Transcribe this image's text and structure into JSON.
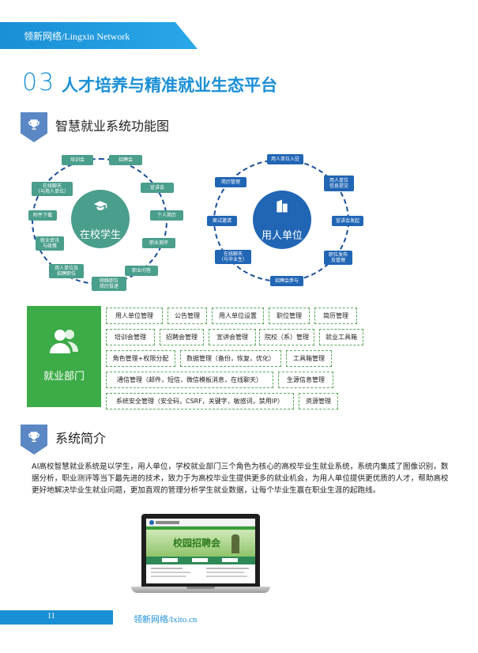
{
  "header": {
    "brand": "领新网络/Lingxin Network"
  },
  "section": {
    "number": "03",
    "title": "人才培养与精准就业生态平台"
  },
  "subsection1": {
    "title": "智慧就业系统功能图"
  },
  "student_diagram": {
    "hub_label": "在校学生",
    "nodes": [
      "培训会",
      "招聘会",
      "宣讲会",
      "个人简历",
      "职业测评",
      "职业问答",
      "网络职位\n简历投递",
      "用人单位及\n招聘职位",
      "就业资讯\n与政策",
      "附件下载",
      "在线聊天\n（与用人单位）"
    ]
  },
  "employer_diagram": {
    "hub_label": "用人单位",
    "nodes": [
      "用人单位入驻",
      "用人单位\n信息提交",
      "宣讲会发起",
      "职位发布\n及管理",
      "招聘会参与",
      "在线聊天\n（与毕业生）",
      "面试邀请",
      "简历管理"
    ]
  },
  "department": {
    "label": "就业部门",
    "rows": [
      [
        "用人单位管理",
        "公告管理",
        "用人单位设置",
        "职位管理",
        "简历管理"
      ],
      [
        "培训会管理",
        "招聘会管理",
        "宣讲会管理",
        "院校（系）管理",
        "就业工具箱"
      ],
      [
        "角色管理+权限分配",
        "数据管理（备份，恢复，优化）",
        "工具箱管理"
      ],
      [
        "通信管理（邮件，短信，微信模板消息，在线聊天）",
        "生源信息管理"
      ],
      [
        "系统安全管理（安全码，CSRF，关键字，敏感词，禁用IP）",
        "资源管理"
      ]
    ]
  },
  "subsection2": {
    "title": "系统简介"
  },
  "intro": {
    "text": "AI高校智慧就业系统是以学生，用人单位，学校就业部门三个角色为核心的高校毕业生就业系统，系统内集成了图像识别，数据分析，职业测评等当下最先进的技术，致力于为高校毕业生提供更多的就业机会，为用人单位提供更优质的人才，帮助高校更好地解决毕业生就业问题，更加直观的管理分析学生就业数据，让每个毕业生赢在职业生涯的起跑线。"
  },
  "laptop": {
    "screen_banner": "校园招聘会"
  },
  "footer": {
    "page_number": "11",
    "website": "领新网络/lxito.cn"
  },
  "colors": {
    "brand_blue": "#1a8fd6",
    "teal": "#4a9e8c",
    "navy": "#2166b5",
    "green": "#3dab48"
  }
}
